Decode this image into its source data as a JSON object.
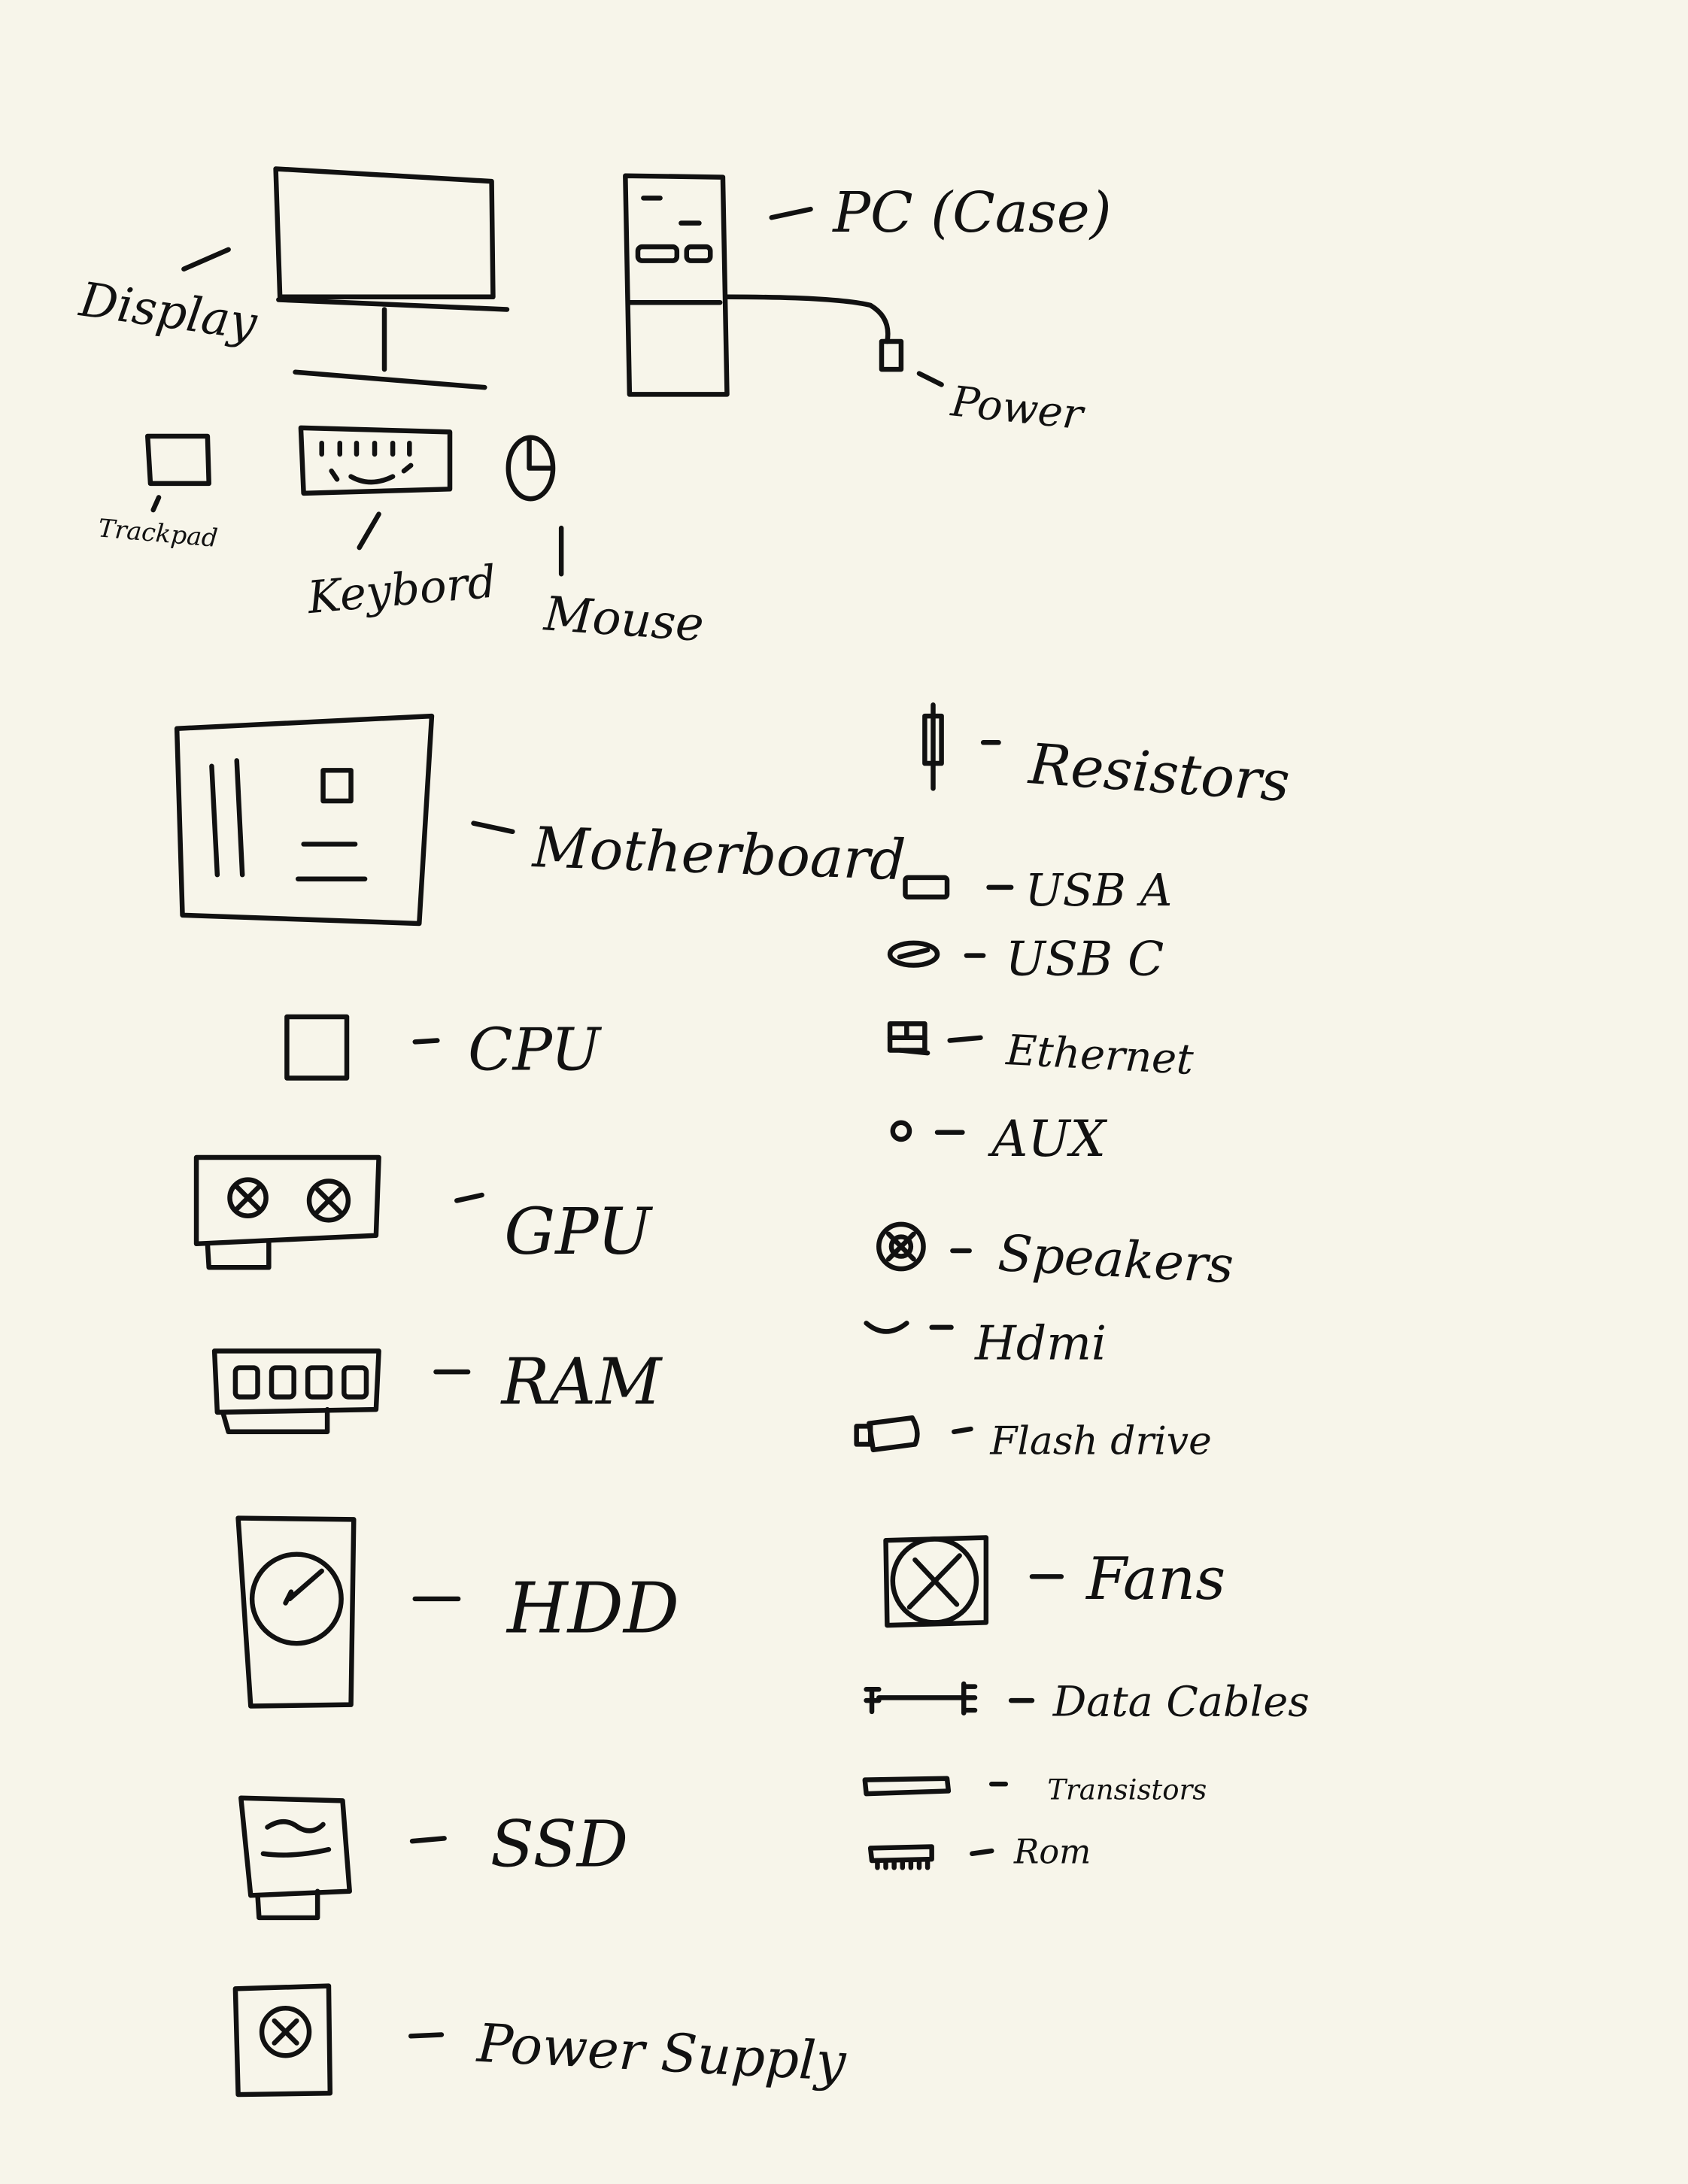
{
  "labels": {
    "display": "Display",
    "pc_case": "PC (Case)",
    "power": "Power",
    "trackpad": "Trackpad",
    "keyboard": "Keybord",
    "mouse": "Mouse",
    "motherboard": "Motherboard",
    "cpu": "CPU",
    "gpu": "GPU",
    "ram": "RAM",
    "hdd": "HDD",
    "ssd": "SSD",
    "power_supply": "Power Supply",
    "resistors": "Resistors",
    "usb_a": "USB A",
    "usb_c": "USB C",
    "ethernet": "Ethernet",
    "aux": "AUX",
    "speakers": "Speakers",
    "hdmi": "Hdmi",
    "flash_drive": "Flash drive",
    "fans": "Fans",
    "data_cables": "Data Cables",
    "transistors": "Transistors",
    "rom": "Rom"
  }
}
